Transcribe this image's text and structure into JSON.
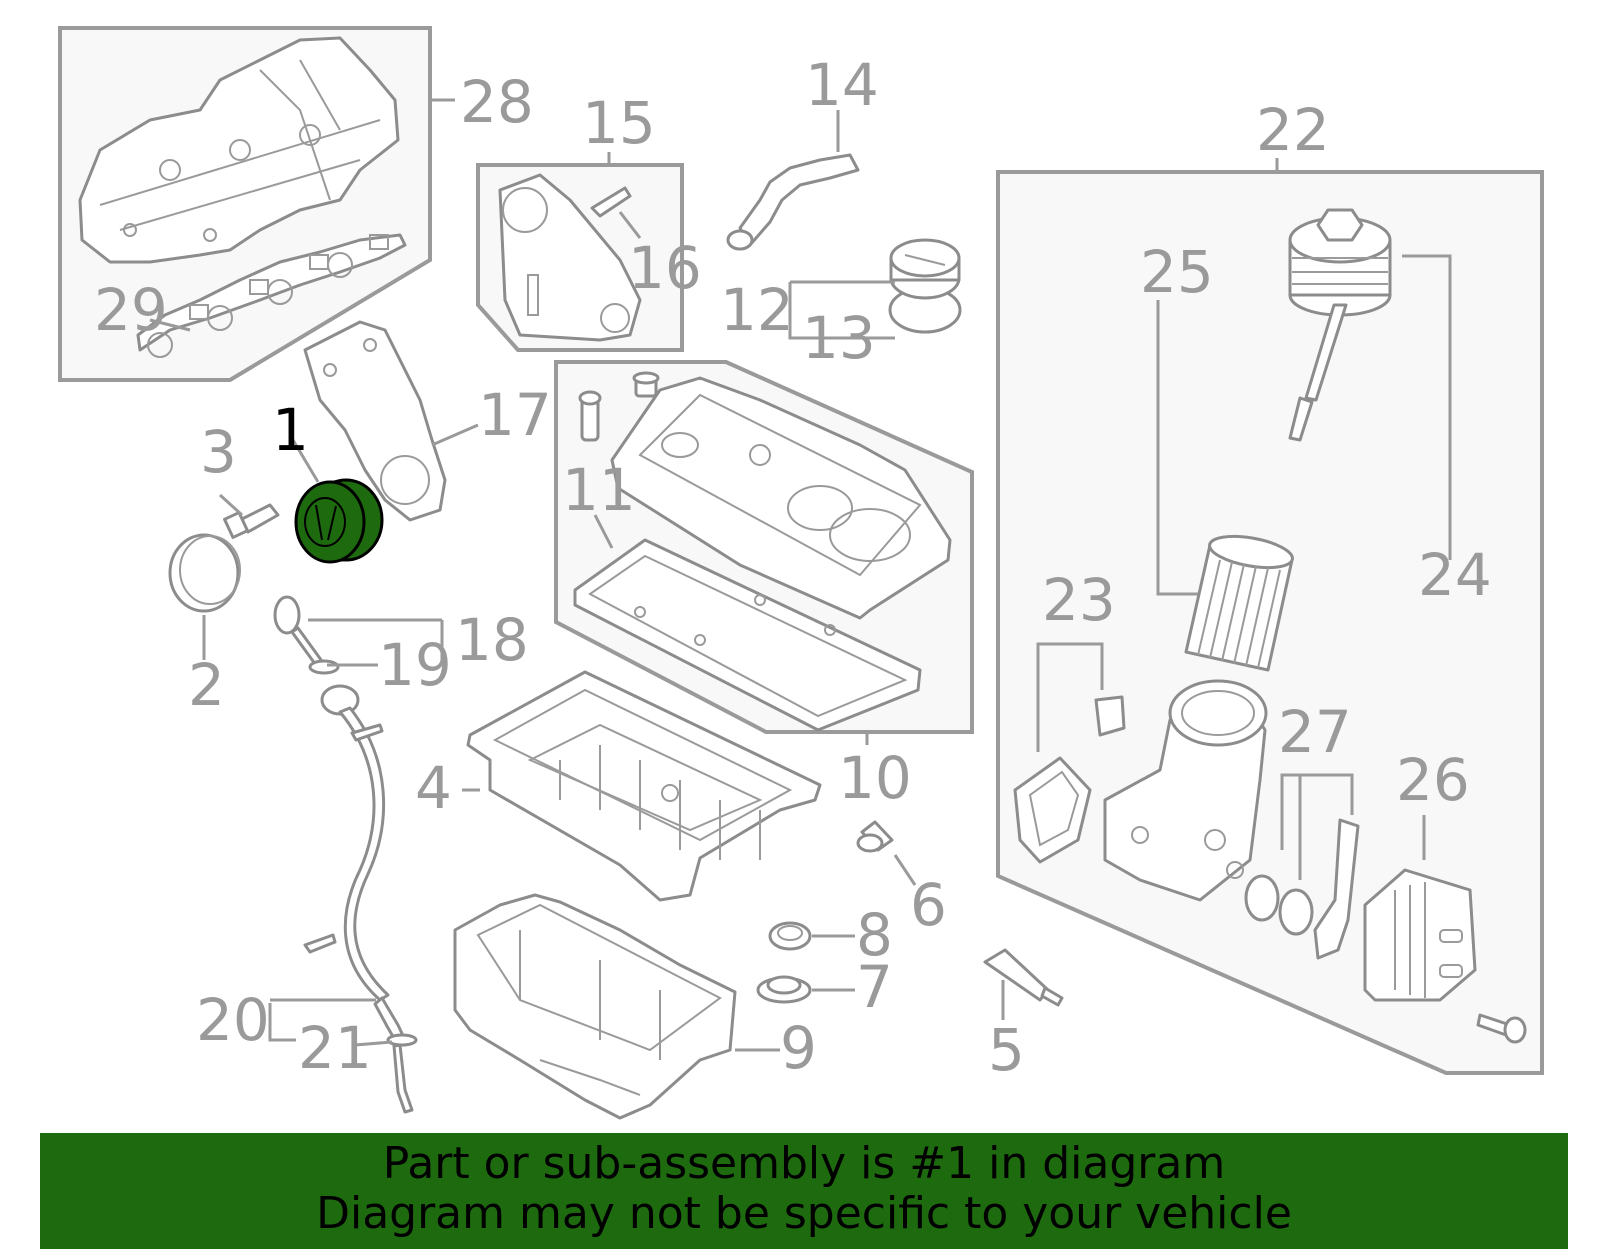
{
  "diagram": {
    "highlighted_part": "1",
    "highlight_color": "#1e6a0f",
    "line_color": "#9a9a9a",
    "callouts": [
      {
        "id": "c1",
        "label": "1",
        "highlighted": true
      },
      {
        "id": "c2",
        "label": "2"
      },
      {
        "id": "c3",
        "label": "3"
      },
      {
        "id": "c4",
        "label": "4"
      },
      {
        "id": "c5",
        "label": "5"
      },
      {
        "id": "c6",
        "label": "6"
      },
      {
        "id": "c7",
        "label": "7"
      },
      {
        "id": "c8",
        "label": "8"
      },
      {
        "id": "c9",
        "label": "9"
      },
      {
        "id": "c10",
        "label": "10"
      },
      {
        "id": "c11",
        "label": "11"
      },
      {
        "id": "c12",
        "label": "12"
      },
      {
        "id": "c13",
        "label": "13"
      },
      {
        "id": "c14",
        "label": "14"
      },
      {
        "id": "c15",
        "label": "15"
      },
      {
        "id": "c16",
        "label": "16"
      },
      {
        "id": "c17",
        "label": "17"
      },
      {
        "id": "c18",
        "label": "18"
      },
      {
        "id": "c19",
        "label": "19"
      },
      {
        "id": "c20",
        "label": "20"
      },
      {
        "id": "c21",
        "label": "21"
      },
      {
        "id": "c22",
        "label": "22"
      },
      {
        "id": "c23",
        "label": "23"
      },
      {
        "id": "c24",
        "label": "24"
      },
      {
        "id": "c25",
        "label": "25"
      },
      {
        "id": "c26",
        "label": "26"
      },
      {
        "id": "c27",
        "label": "27"
      },
      {
        "id": "c28",
        "label": "28"
      },
      {
        "id": "c29",
        "label": "29"
      }
    ]
  },
  "banner": {
    "line1": "Part or sub-assembly is #1 in diagram",
    "line2": "Diagram may not be specific to your vehicle",
    "background": "#1e6a0f"
  }
}
